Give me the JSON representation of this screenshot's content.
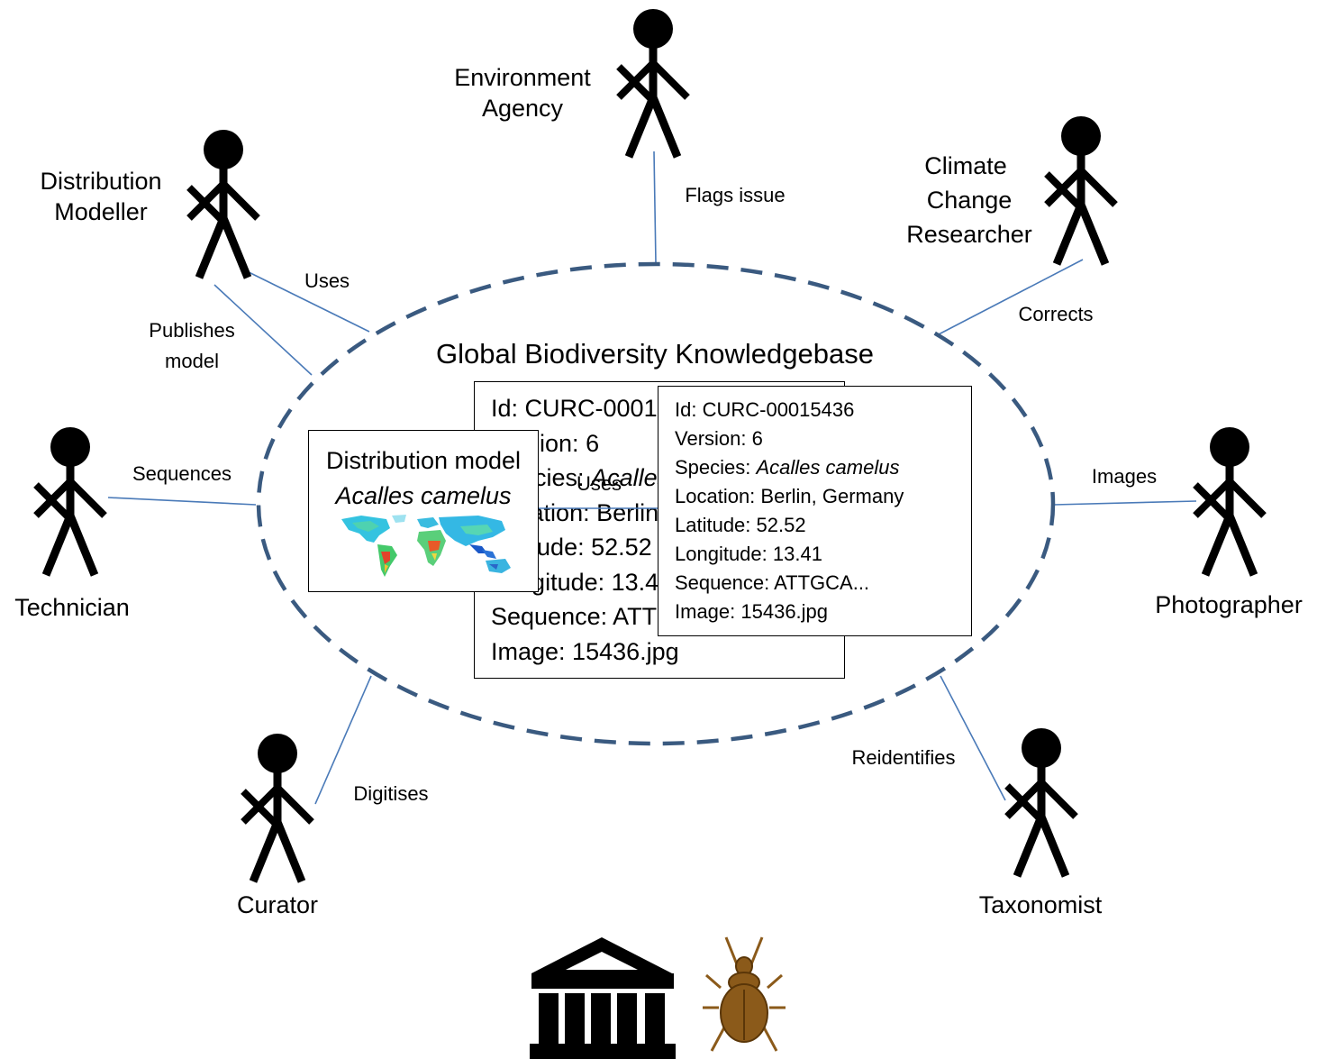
{
  "diagram": {
    "title": "Global Biodiversity Knowledgebase",
    "actors": [
      {
        "id": "environment-agency",
        "name_lines": [
          "Environment",
          "Agency"
        ]
      },
      {
        "id": "distribution-modeller",
        "name_lines": [
          "Distribution",
          "Modeller"
        ]
      },
      {
        "id": "climate-change-researcher",
        "name_lines": [
          "Climate",
          "Change",
          "Researcher"
        ]
      },
      {
        "id": "technician",
        "name_lines": [
          "Technician"
        ]
      },
      {
        "id": "photographer",
        "name_lines": [
          "Photographer"
        ]
      },
      {
        "id": "curator",
        "name_lines": [
          "Curator"
        ]
      },
      {
        "id": "taxonomist",
        "name_lines": [
          "Taxonomist"
        ]
      }
    ],
    "relations": {
      "flags_issue": "Flags issue",
      "uses_modeller": "Uses",
      "publishes_model": [
        "Publishes",
        "model"
      ],
      "corrects": "Corrects",
      "sequences": "Sequences",
      "images": "Images",
      "digitises": "Digitises",
      "reidentifies": "Reidentifies",
      "uses_model": "Uses"
    },
    "record_back": {
      "id_label": "Id: ",
      "id_value": "CURC-00015436",
      "version_label": "Version: ",
      "version_value": "6",
      "species_label": "Species: ",
      "species_value": "Acalles camelus",
      "location_label": "Location: ",
      "location_value": "Berlin, Germany",
      "latitude_label": "Latitude: ",
      "latitude_value": "52.52",
      "longitude_label": "Longitude: ",
      "longitude_value": "13.41",
      "sequence_label": "Sequence: ",
      "sequence_value": "ATTGCA...",
      "image_label": "Image: ",
      "image_value": "15436.jpg"
    },
    "record_front": {
      "id_label": "Id: ",
      "id_value": "CURC-00015436",
      "version_label": "Version: ",
      "version_value": "6",
      "species_label": "Species: ",
      "species_value": "Acalles camelus",
      "location_label": "Location: ",
      "location_value": "Berlin, Germany",
      "latitude_label": "Latitude: ",
      "latitude_value": "52.52",
      "longitude_label": "Longitude: ",
      "longitude_value": "13.41",
      "sequence_label": "Sequence: ",
      "sequence_value": "ATTGCA...",
      "image_label": "Image: ",
      "image_value": "15436.jpg"
    },
    "model_card": {
      "heading": "Distribution model",
      "species": "Acalles camelus"
    },
    "icons": [
      "museum-icon",
      "beetle-icon",
      "world-heatmap-icon",
      "stick-figure-icon"
    ],
    "colors": {
      "ellipse": "#3a5a80",
      "connector": "#4a7ab8",
      "figure": "#000000",
      "beetle": "#8b5a1a"
    }
  }
}
